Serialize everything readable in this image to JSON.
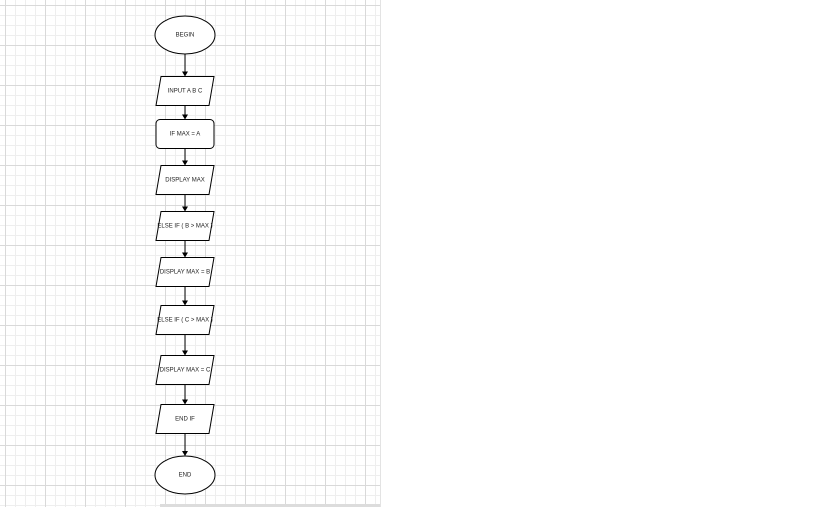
{
  "diagram": {
    "nodes": [
      {
        "id": "begin",
        "shape": "ellipse",
        "label": "BEGIN"
      },
      {
        "id": "input",
        "shape": "parallelogram",
        "label": "INPUT A B C"
      },
      {
        "id": "assign-max",
        "shape": "rounded-rect",
        "label": "IF MAX = A"
      },
      {
        "id": "display-max",
        "shape": "parallelogram",
        "label": "DISPLAY MAX"
      },
      {
        "id": "else-if-b",
        "shape": "parallelogram",
        "label": "ELSE IF ( B > MAX )"
      },
      {
        "id": "display-max-b",
        "shape": "parallelogram",
        "label": "DISPLAY MAX = B"
      },
      {
        "id": "else-if-c",
        "shape": "parallelogram",
        "label": "ELSE IF ( C > MAX )"
      },
      {
        "id": "display-max-c",
        "shape": "parallelogram",
        "label": "DISPLAY MAX = C"
      },
      {
        "id": "end-if",
        "shape": "parallelogram",
        "label": "END IF"
      },
      {
        "id": "end",
        "shape": "ellipse",
        "label": "END"
      }
    ],
    "edges": [
      {
        "from": "begin",
        "to": "input"
      },
      {
        "from": "input",
        "to": "assign-max"
      },
      {
        "from": "assign-max",
        "to": "display-max"
      },
      {
        "from": "display-max",
        "to": "else-if-b"
      },
      {
        "from": "else-if-b",
        "to": "display-max-b"
      },
      {
        "from": "display-max-b",
        "to": "else-if-c"
      },
      {
        "from": "else-if-c",
        "to": "display-max-c"
      },
      {
        "from": "display-max-c",
        "to": "end-if"
      },
      {
        "from": "end-if",
        "to": "end"
      }
    ]
  }
}
